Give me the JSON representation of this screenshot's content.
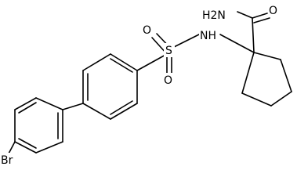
{
  "atoms": {
    "amide_nitrogen": "H2N",
    "carbonyl_oxygen": "O",
    "sulfonyl_oxygen_left": "O",
    "sulfur": "S",
    "sulfonyl_oxygen_bottom": "O",
    "amine": "NH",
    "bromine": "Br"
  },
  "colors": {
    "bond": "#000000",
    "text": "#000000",
    "background": "#ffffff"
  }
}
